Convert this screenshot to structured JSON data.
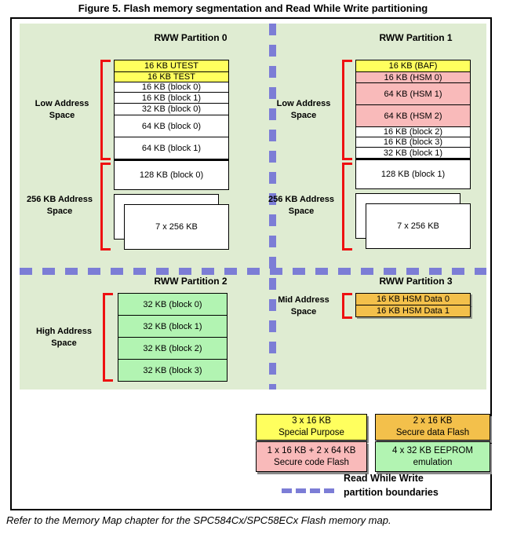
{
  "figure_title": "Figure 5. Flash memory segmentation and Read While Write partitioning",
  "caption": "Refer to the Memory Map chapter for the SPC584Cx/SPC58ECx Flash memory map.",
  "colors": {
    "canvas-bg": "#dfecd2",
    "dash": "#7c7dd6",
    "yellow": "#ffff5e",
    "pink": "#f9baba",
    "mint": "#b2f4b2",
    "orange": "#f3c04b",
    "bracket-red": "#ee1111"
  },
  "partitions": [
    {
      "title": "RWW Partition 0",
      "low_label": "Low Address\nSpace",
      "mid_label": "256 KB Address\nSpace",
      "blocks": [
        {
          "label": "16 KB UTEST",
          "color": "yellow"
        },
        {
          "label": "16 KB TEST",
          "color": "yellow"
        },
        {
          "label": "16 KB (block 0)",
          "color": "white"
        },
        {
          "label": "16 KB (block 1)",
          "color": "white"
        },
        {
          "label": "32 KB (block 0)",
          "color": "white"
        },
        {
          "label": "64 KB (block 0)",
          "color": "white"
        },
        {
          "label": "64 KB (block 1)",
          "color": "white"
        },
        {
          "label": "128 KB (block 0)",
          "color": "white"
        }
      ],
      "stack_label": "7 x 256 KB"
    },
    {
      "title": "RWW Partition 1",
      "low_label": "Low Address\nSpace",
      "mid_label": "256 KB Address\nSpace",
      "blocks": [
        {
          "label": "16 KB (BAF)",
          "color": "yellow"
        },
        {
          "label": "16 KB (HSM 0)",
          "color": "pink"
        },
        {
          "label": "64 KB (HSM 1)",
          "color": "pink"
        },
        {
          "label": "64 KB (HSM 2)",
          "color": "pink"
        },
        {
          "label": "16 KB (block 2)",
          "color": "white"
        },
        {
          "label": "16 KB (block 3)",
          "color": "white"
        },
        {
          "label": "32 KB (block 1)",
          "color": "white"
        },
        {
          "label": "128 KB (block 1)",
          "color": "white"
        }
      ],
      "stack_label": "7 x 256 KB"
    },
    {
      "title": "RWW Partition 2",
      "low_label": "High Address\nSpace",
      "blocks": [
        {
          "label": "32 KB (block 0)",
          "color": "mint"
        },
        {
          "label": "32 KB (block 1)",
          "color": "mint"
        },
        {
          "label": "32 KB (block 2)",
          "color": "mint"
        },
        {
          "label": "32 KB (block 3)",
          "color": "mint"
        }
      ]
    },
    {
      "title": "RWW Partition 3",
      "low_label": "Mid Address\nSpace",
      "blocks": [
        {
          "label": "16 KB HSM Data 0",
          "color": "orange"
        },
        {
          "label": "16 KB HSM Data 1",
          "color": "orange"
        }
      ]
    }
  ],
  "legend": {
    "items": [
      {
        "label": "3 x 16 KB\nSpecial Purpose",
        "color": "yellow"
      },
      {
        "label": "2 x 16 KB\nSecure data Flash",
        "color": "orange"
      },
      {
        "label": "1 x 16 KB + 2 x 64 KB\nSecure code Flash",
        "color": "pink"
      },
      {
        "label": "4 x 32 KB EEPROM\nemulation",
        "color": "mint"
      }
    ],
    "boundary_label": "Read While Write\npartition boundaries"
  }
}
